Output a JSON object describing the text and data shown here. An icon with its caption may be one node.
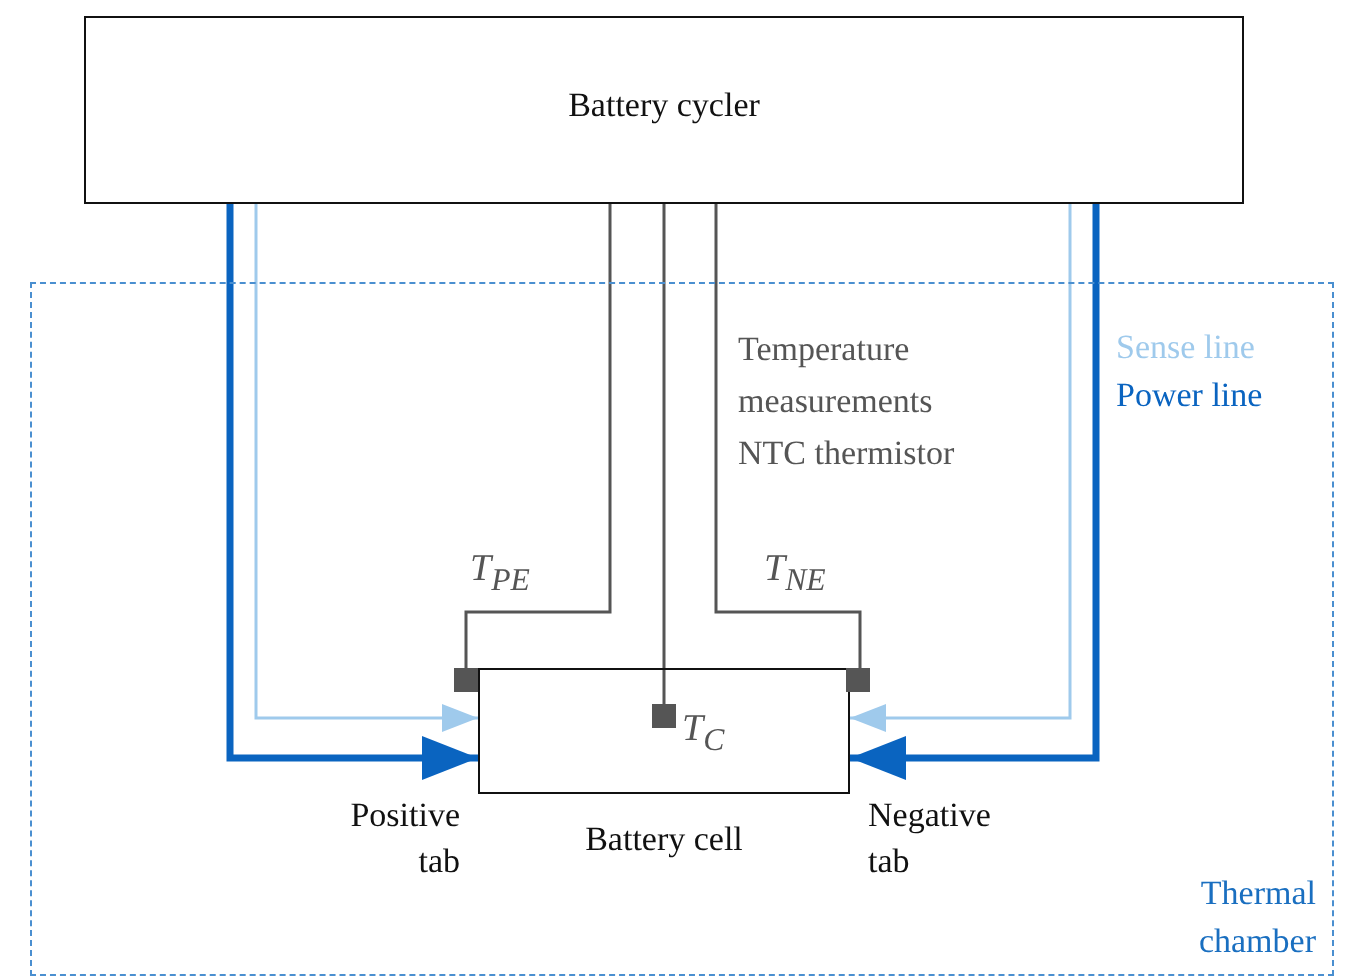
{
  "diagram": {
    "nodes": [
      {
        "text": [
          "Battery cycler"
        ]
      },
      {
        "text": [
          "Thermal chamber"
        ]
      },
      {
        "text": [
          "Battery cell"
        ],
        "in": 1
      },
      {
        "text": [],
        "shape": "box",
        "beside": [
          "T$_{PE}$"
        ],
        "in": 1
      },
      {
        "text": [],
        "shape": "box",
        "beside": [
          "T$_{C}$"
        ],
        "in": 2
      },
      {
        "text": [],
        "shape": "box",
        "beside": [
          "T$_{NE}$"
        ],
        "in": 1
      }
    ],
    "edges": [
      {
        "from": 0,
        "to": 2,
        "arrow": "to",
        "style": "thick",
        "color": "#0a64c0"
      },
      {
        "from": 0,
        "to": 2,
        "arrow": "to",
        "color": "#9fcaec"
      },
      {
        "from": 0,
        "to": 3,
        "arrow": "none"
      },
      {
        "from": 0,
        "to": 4,
        "arrow": "none"
      },
      {
        "from": 0,
        "to": 5,
        "arrow": "none"
      },
      {
        "from": 0,
        "to": 2,
        "arrow": "to",
        "color": "#9fcaec"
      },
      {
        "from": 0,
        "to": 2,
        "arrow": "to",
        "style": "thick",
        "color": "#0a64c0"
      }
    ],
    "labels": [
      "Temperature measurements NTC thermistor",
      "Positive tab",
      "Negative tab"
    ],
    "legend": [
      {
        "text": "Sense line",
        "color": "#9fcaec"
      },
      {
        "text": "Power line",
        "color": "#0a64c0"
      }
    ]
  }
}
